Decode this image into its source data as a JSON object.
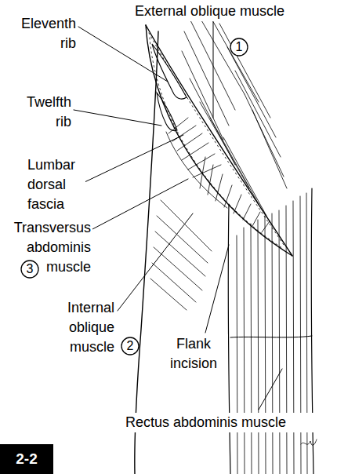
{
  "diagram": {
    "nodes": [
      {
        "text": [
          "1"
        ]
      },
      {
        "text": [
          "3"
        ]
      },
      {
        "text": [
          "2"
        ]
      }
    ],
    "labels": [
      "External oblique muscle",
      "Eleventh rib",
      "Twelfth rib",
      "Lumbar dorsal fascia",
      "Transversus abdominis muscle",
      "Internal oblique muscle",
      "Flank incision",
      "Rectus abdominis muscle",
      "2-2"
    ]
  }
}
